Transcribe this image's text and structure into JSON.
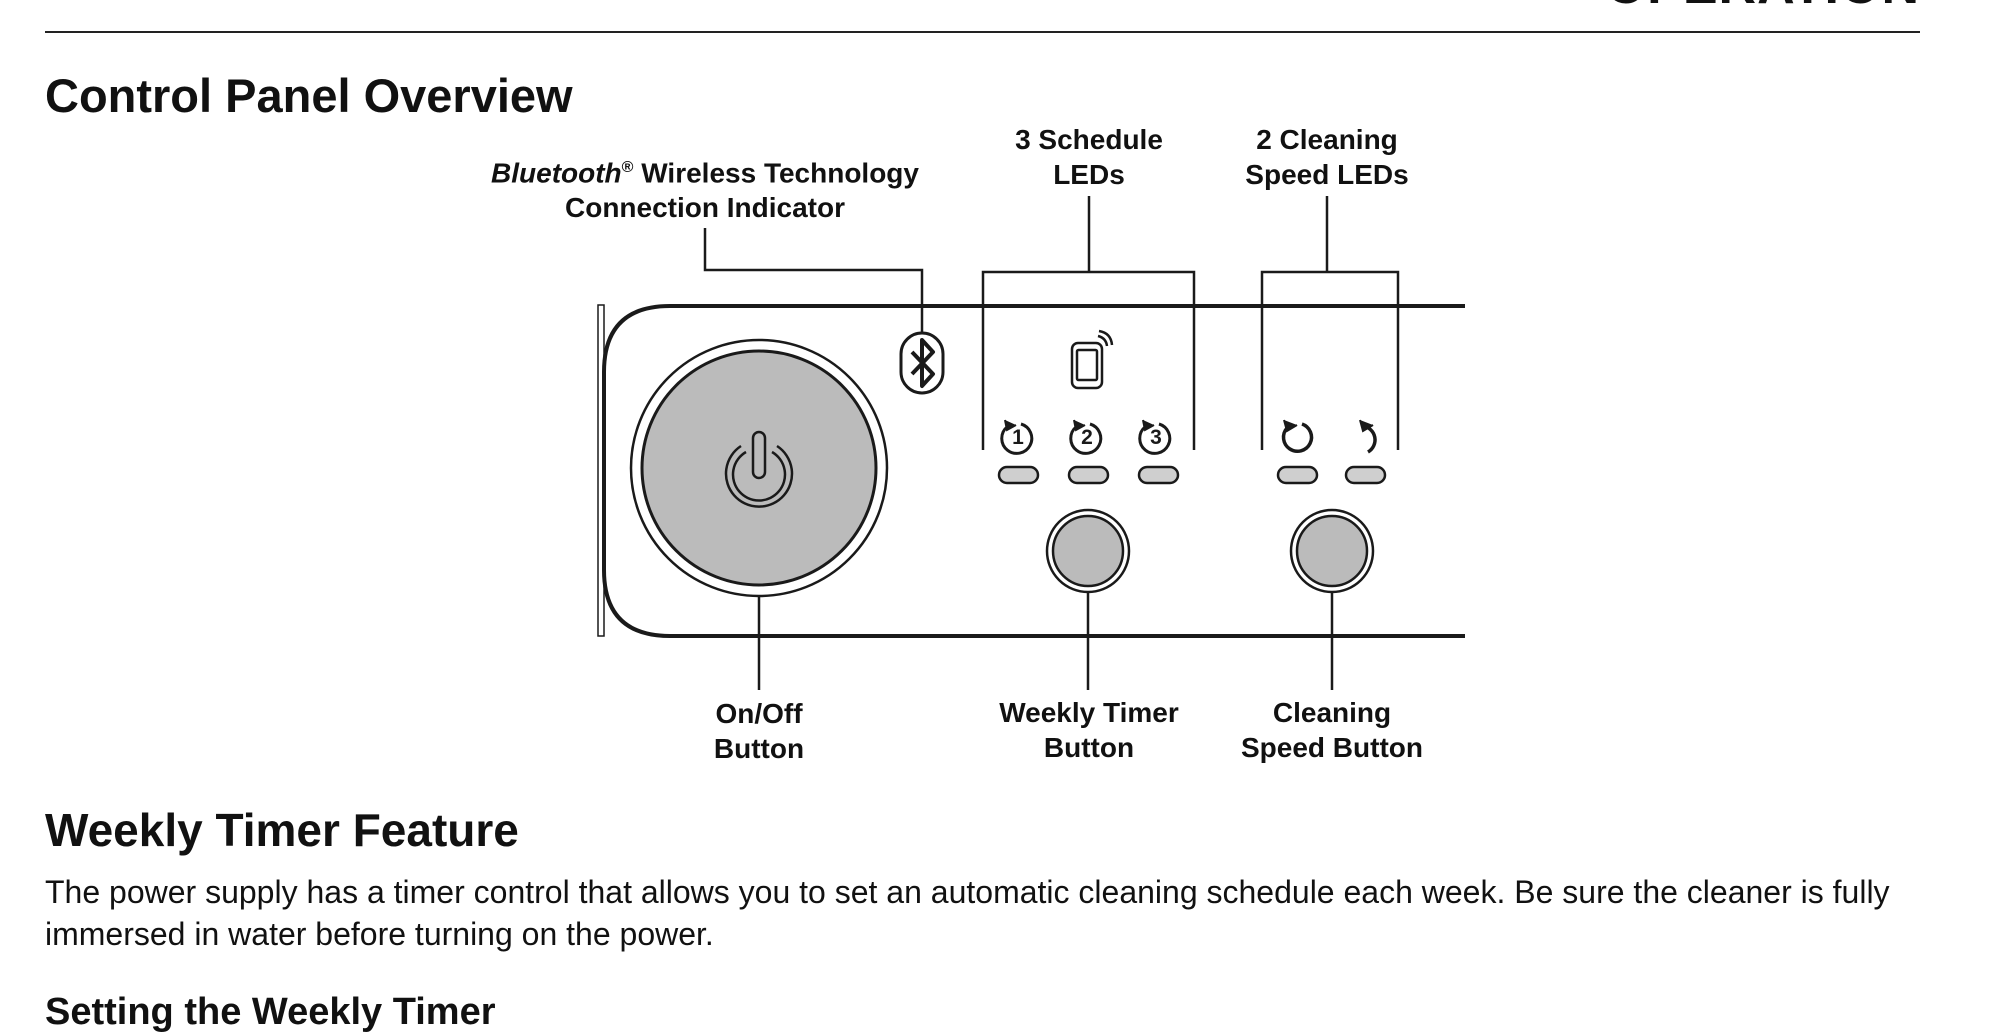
{
  "header": {
    "section": "OPERATION"
  },
  "control_panel": {
    "title": "Control Panel Overview",
    "callouts": {
      "bluetooth_brand": "Bluetooth",
      "bluetooth_reg": "®",
      "bluetooth_line1_rest": " Wireless Technology",
      "bluetooth_line2": "Connection Indicator",
      "schedule_line1": "3 Schedule",
      "schedule_line2": "LEDs",
      "speed_line1": "2 Cleaning",
      "speed_line2": "Speed LEDs",
      "onoff_line1": "On/Off",
      "onoff_line2": "Button",
      "timer_line1": "Weekly Timer",
      "timer_line2": "Button",
      "cleaning_line1": "Cleaning",
      "cleaning_line2": "Speed Button"
    },
    "icons": {
      "power": "power-icon",
      "bluetooth": "bluetooth-icon",
      "phone": "smartphone-wireless-icon",
      "schedules": [
        "1",
        "2",
        "3"
      ],
      "speeds": [
        "speed-standard-icon",
        "speed-reverse-icon"
      ]
    },
    "colors": {
      "button_fill": "#bbbbbb",
      "led_fill": "#cfcfcf",
      "line": "#1a1a1a"
    }
  },
  "weekly_timer": {
    "title": "Weekly Timer Feature",
    "paragraph": "The power supply has a timer control that allows you to set an automatic cleaning schedule each week. Be sure the cleaner is fully immersed in water before turning on the power.",
    "subheading": "Setting the Weekly Timer"
  }
}
